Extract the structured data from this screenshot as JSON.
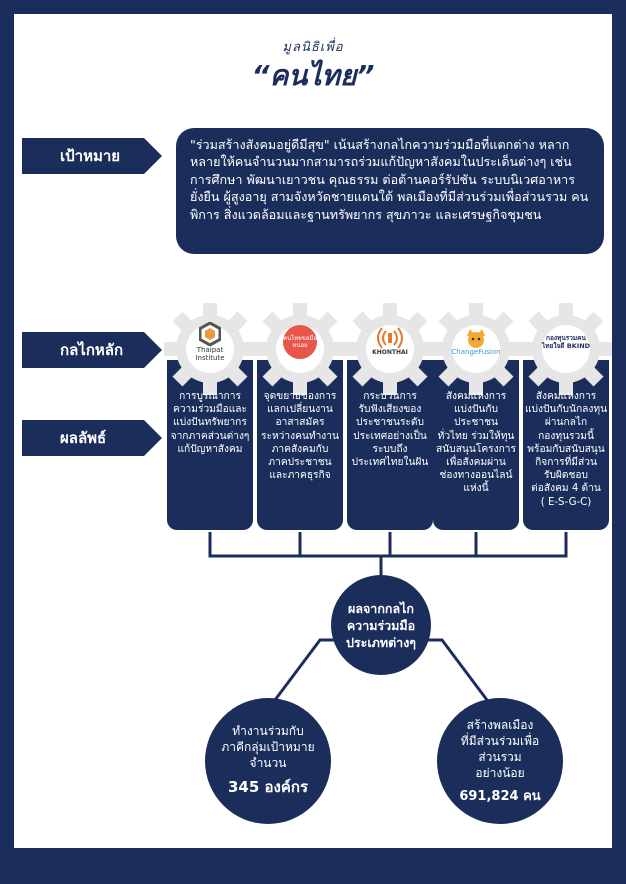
{
  "header": {
    "logo_small": "มูลนิธิเพื่อ",
    "logo_big": "“คนไทย”"
  },
  "tags": {
    "goal": "เป้าหมาย",
    "mechanism": "กลไกหลัก",
    "result": "ผลลัพธ์"
  },
  "goal_text": "\"ร่วมสร้างสังคมอยู่ดีมีสุข\" เน้นสร้างกลไกความร่วมมือที่แตกต่าง หลากหลายให้คนจำนวนมากสามารถร่วมแก้ปัญหาสังคมในประเด็นต่างๆ เช่น การศึกษา พัฒนาเยาวชน คุณธรรม ต่อต้านคอร์รัปชัน ระบบนิเวศอาหารยั่งยืน ผู้สูงอายุ สามจังหวัดชายแดนใต้ พลเมืองที่มีส่วนร่วมเพื่อส่วนรวม คนพิการ สิ่งแวดล้อมและฐานทรัพยากร สุขภาวะ และเศรษฐกิจชุมชน",
  "columns": [
    {
      "logo_text": "Thaipat Institute",
      "desc": "การบูรณาการ\nความร่วมมือและ\nแบ่งปันทรัพยากร\nจากภาคส่วนต่างๆ\nแก้ปัญหาสังคม"
    },
    {
      "logo_text": "คนไทยขอมือหน่อย",
      "desc": "จุดขยายของการ\nแลกเปลี่ยนงาน\nอาสาสมัคร\nระหว่างคนทำงาน\nภาคสังคมกับ\nภาคประชาชน\nและภาคธุรกิจ"
    },
    {
      "logo_text": "KHONTHAI",
      "desc": "กระบวนการ\nรับฟังเสียงของ\nประชาชนระดับ\nประเทศอย่างเป็น\nระบบถึง\nประเทศไทยในฝัน"
    },
    {
      "logo_text": "ChangeFusion",
      "desc": "สังคมแห่งการ\nแบ่งปันกับประชาชน\nทั่วไทย ร่วมให้ทุน\nสนับสนุนโครงการ\nเพื่อสังคมผ่าน\nช่องทางออนไลน์\nแห่งนี้"
    },
    {
      "logo_text": "กองทุนรวมคนไทยใจดี BKIND",
      "desc": "สังคมแห่งการ\nแบ่งปันกับนักลงทุน\nผ่านกลไก\nกองทุนรวมนี้\nพร้อมกับสนับสนุน\nกิจการที่มีส่วน\nรับผิดชอบ\nต่อสังคม 4 ด้าน\n( E-S-G-C)"
    }
  ],
  "center": "ผลจากกลไก\nความร่วมมือ\nประเภทต่างๆ",
  "left_result": {
    "text": "ทำงานร่วมกับ\nภาคีกลุ่มเป้าหมาย\nจำนวน",
    "number": "345 องค์กร"
  },
  "right_result": {
    "text": "สร้างพลเมือง\nที่มีส่วนร่วมเพื่อ\nส่วนรวม\nอย่างน้อย",
    "number": "691,824 คน"
  },
  "colors": {
    "navy": "#1b2e5b",
    "gear": "#e6e6e6"
  }
}
